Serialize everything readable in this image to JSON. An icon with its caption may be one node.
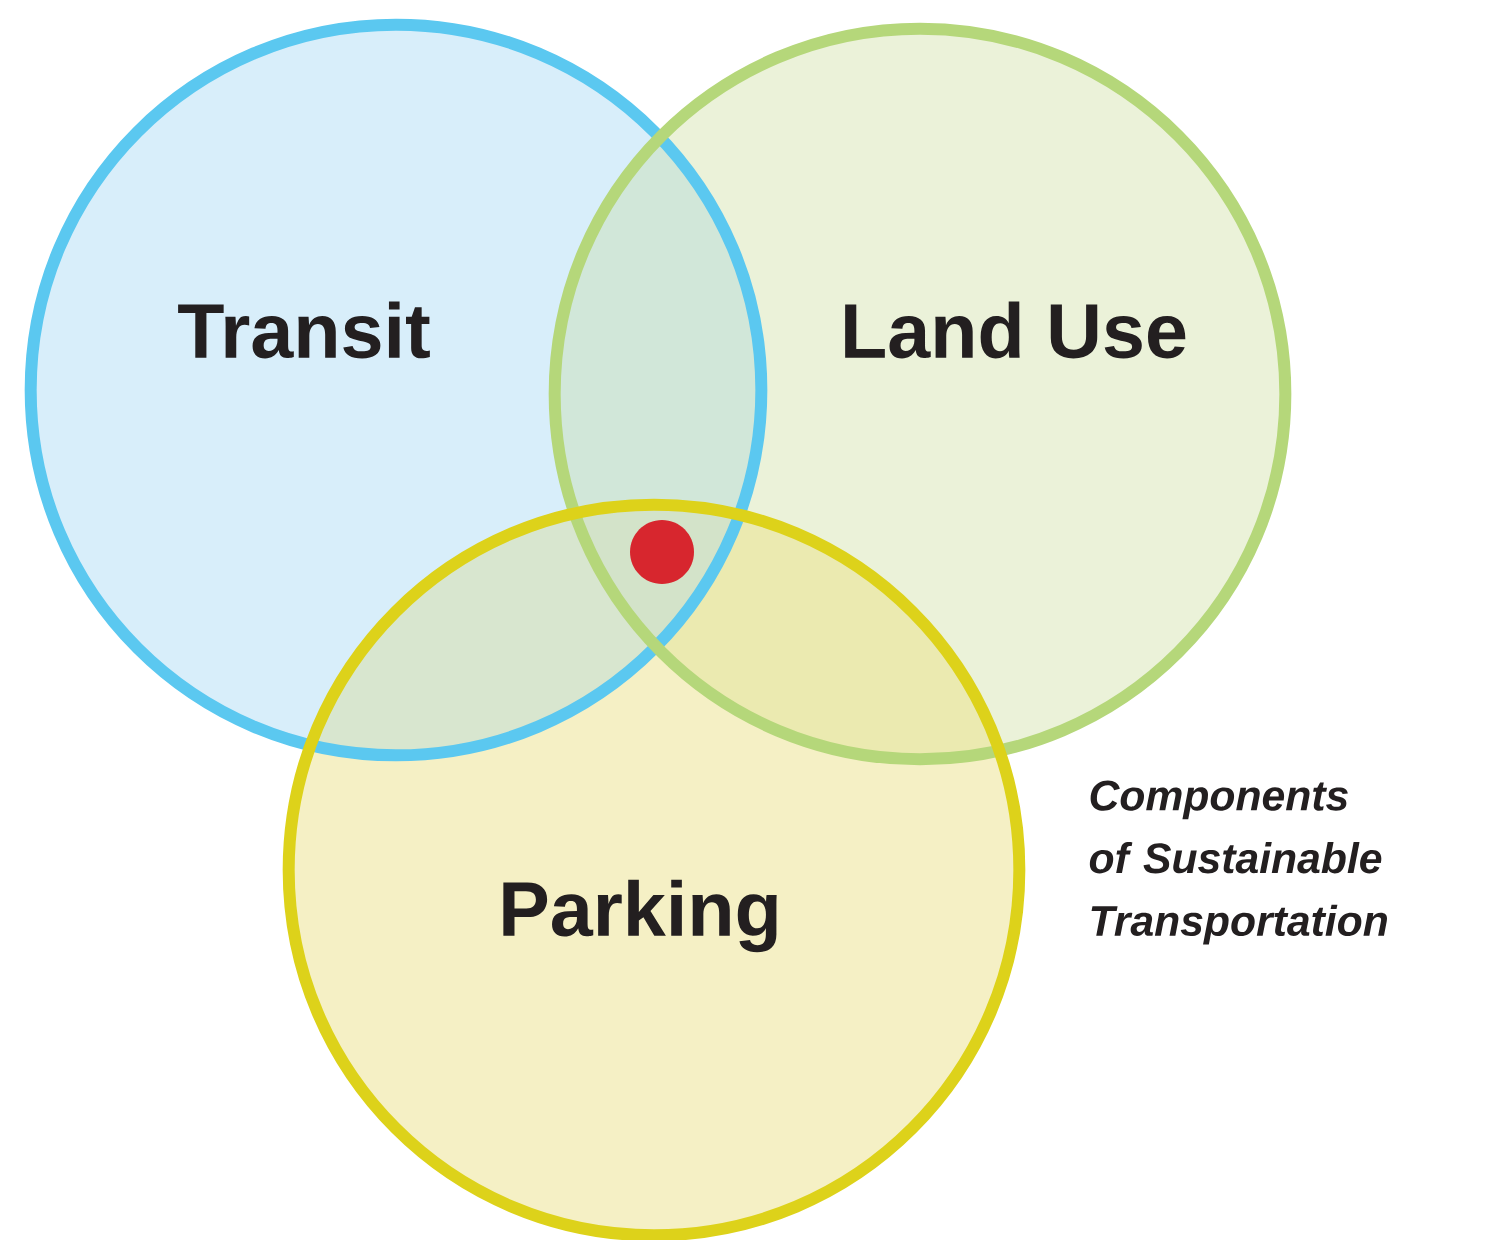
{
  "diagram": {
    "caption": "Components of Sustainable Transportation",
    "nodes": [
      {
        "text": [
          "Transit"
        ]
      },
      {
        "text": [
          "Land Use"
        ]
      },
      {
        "text": [
          "Parking"
        ]
      },
      {
        "text": [],
        "shape": "circle"
      }
    ]
  }
}
